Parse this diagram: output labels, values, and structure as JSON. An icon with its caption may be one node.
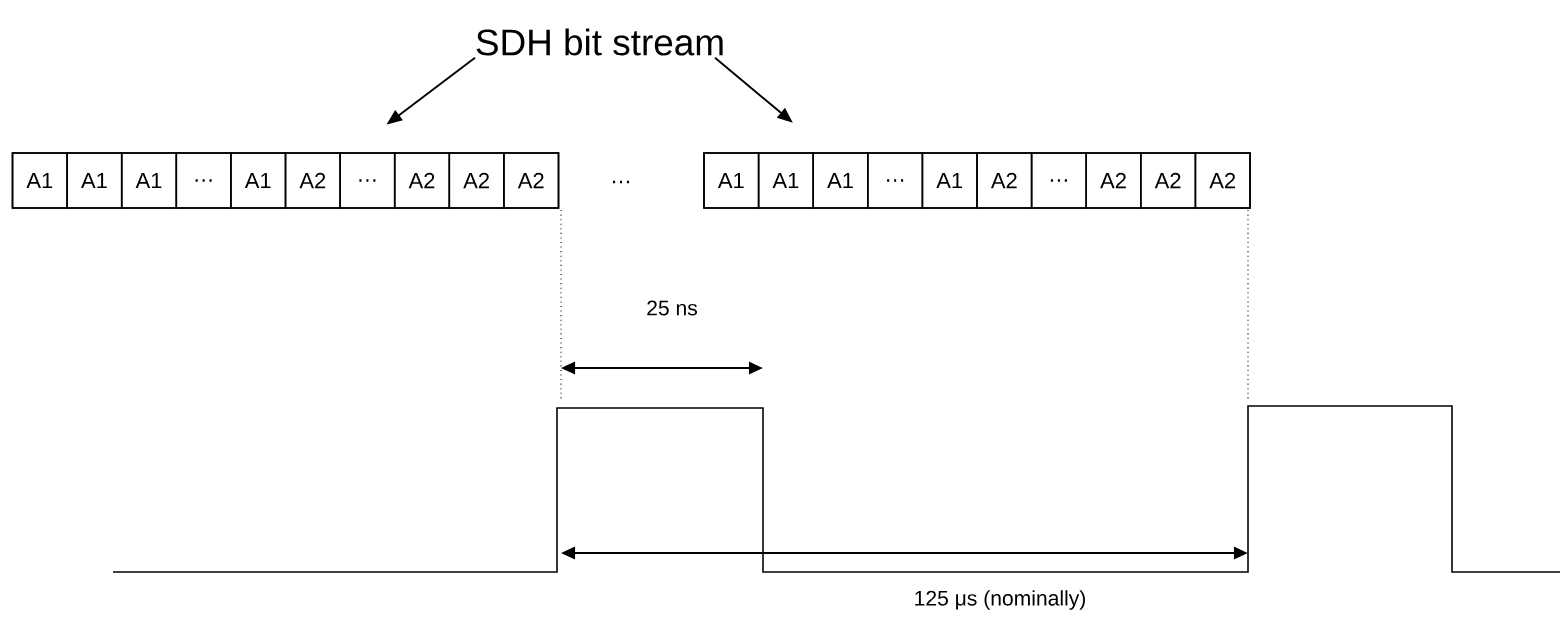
{
  "diagram": {
    "nodes": [
      {
        "text": [
          "SDH bit stream"
        ]
      },
      {
        "text": [],
        "shape": "box"
      },
      {
        "text": [
          "A1"
        ],
        "in": 1
      },
      {
        "text": [
          "A1"
        ],
        "in": 1
      },
      {
        "text": [
          "A1"
        ],
        "in": 1
      },
      {
        "text": [
          "…"
        ],
        "in": 1
      },
      {
        "text": [
          "A1"
        ],
        "in": 1
      },
      {
        "text": [
          "A2"
        ],
        "in": 1
      },
      {
        "text": [
          "…"
        ],
        "in": 1
      },
      {
        "text": [
          "A2"
        ],
        "in": 1
      },
      {
        "text": [
          "A2"
        ],
        "in": 1
      },
      {
        "text": [
          "A2"
        ],
        "in": 1
      },
      {
        "text": [],
        "shape": "box"
      },
      {
        "text": [
          "A1"
        ],
        "in": 12
      },
      {
        "text": [
          "A1"
        ],
        "in": 12
      },
      {
        "text": [
          "A1"
        ],
        "in": 12
      },
      {
        "text": [
          "…"
        ],
        "in": 12
      },
      {
        "text": [
          "A1"
        ],
        "in": 12
      },
      {
        "text": [
          "A2"
        ],
        "in": 12
      },
      {
        "text": [
          "…"
        ],
        "in": 12
      },
      {
        "text": [
          "A2"
        ],
        "in": 12
      },
      {
        "text": [
          "A2"
        ],
        "in": 12
      },
      {
        "text": [
          "A2"
        ],
        "in": 12
      }
    ],
    "edges": [
      {
        "from": 0,
        "to": 1,
        "arrow": "to"
      },
      {
        "from": 0,
        "to": 12,
        "arrow": "to"
      }
    ],
    "labels": [
      "…",
      "25 ns",
      "125 μs (nominally)"
    ]
  }
}
